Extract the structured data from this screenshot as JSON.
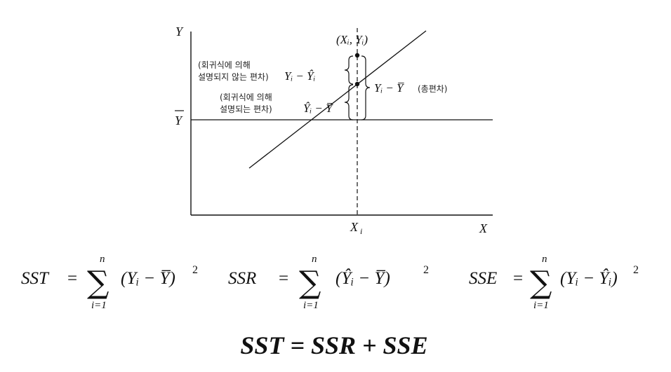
{
  "diagram": {
    "y_axis_label": "Y",
    "x_axis_label": "X",
    "xi_label": "X",
    "xi_sub": "i",
    "ybar_label": "Y",
    "point_label": "(Xᵢ, Yᵢ)",
    "unexplained_note_line1": "(회귀식에 의해",
    "unexplained_note_line2": "설명되지 않는 편차)",
    "unexplained_expr": "Yᵢ − Ŷᵢ",
    "explained_note_line1": "(회귀식에 의해",
    "explained_note_line2": "설명되는 편차)",
    "explained_expr": "Ŷᵢ − Y̅",
    "total_expr": "Yᵢ − Y̅",
    "total_note": "(총편차)"
  },
  "formulas": {
    "sst_lhs": "SST",
    "ssr_lhs": "SSR",
    "sse_lhs": "SSE",
    "equals": "=",
    "sigma": "∑",
    "upper_limit": "n",
    "lower_limit": "i=1",
    "sst_term": "(Yᵢ − Y̅)",
    "ssr_term": "(Ŷᵢ − Y̅)",
    "sse_term": "(Yᵢ − Ŷᵢ)",
    "square": "2",
    "identity": "SST = SSR + SSE"
  }
}
